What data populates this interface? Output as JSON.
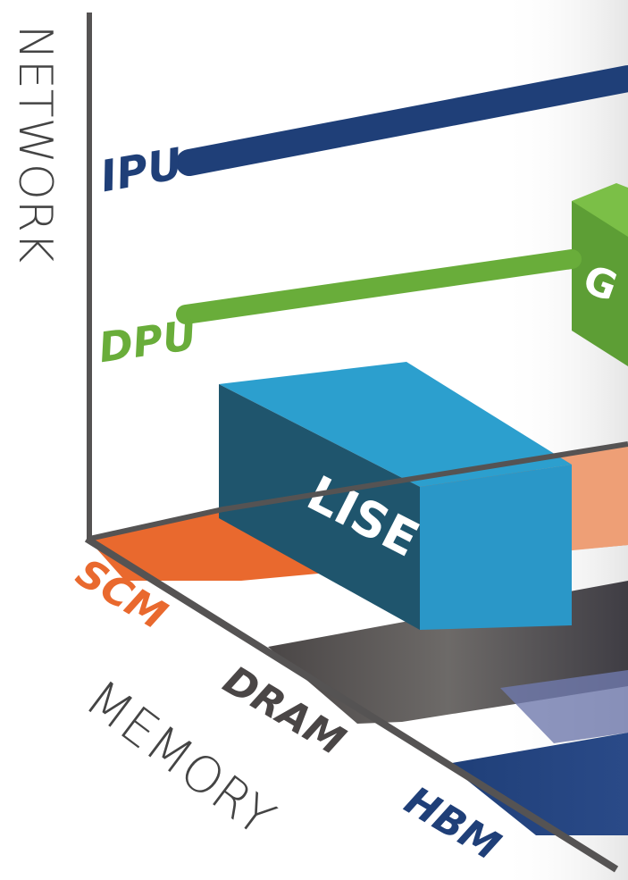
{
  "axes": {
    "vertical_title": "NETWORK",
    "depth_title": "MEMORY"
  },
  "network_tiers": [
    {
      "label": "IPU",
      "color": "#1f3f78"
    },
    {
      "label": "DPU",
      "color": "#69ad3a"
    }
  ],
  "memory_tiers": [
    {
      "label": "SCM",
      "color": "#e9692e"
    },
    {
      "label": "DRAM",
      "color": "#4a4646"
    },
    {
      "label": "HBM",
      "color": "#1f3f78"
    }
  ],
  "blocks": [
    {
      "label": "LISE",
      "color": "#2d9fd0"
    },
    {
      "label": "G",
      "color": "#69ad3a"
    }
  ],
  "colors": {
    "axis": "#555353",
    "background_fade": "#e9e9e9"
  }
}
